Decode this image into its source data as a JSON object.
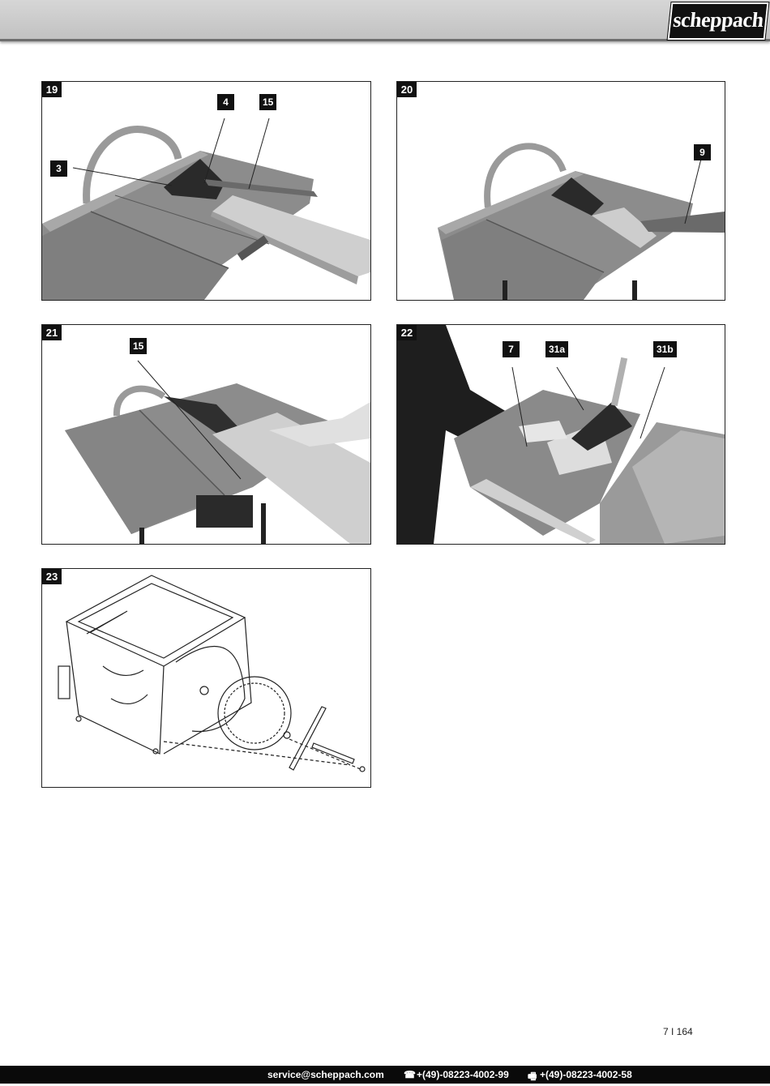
{
  "brand": {
    "logo_text": "scheppach"
  },
  "figures": [
    {
      "number": "19",
      "callouts": [
        "4",
        "15",
        "3"
      ]
    },
    {
      "number": "20",
      "callouts": [
        "9"
      ]
    },
    {
      "number": "21",
      "callouts": [
        "15"
      ]
    },
    {
      "number": "22",
      "callouts": [
        "7",
        "31a",
        "31b"
      ]
    },
    {
      "number": "23",
      "callouts": []
    }
  ],
  "page_number": "7 I 164",
  "footer": {
    "email": "service@scheppach.com",
    "phone_icon": "telephone-icon",
    "phone": "+(49)-08223-4002-99",
    "fax_icon": "fax-icon",
    "fax": "+(49)-08223-4002-58"
  }
}
